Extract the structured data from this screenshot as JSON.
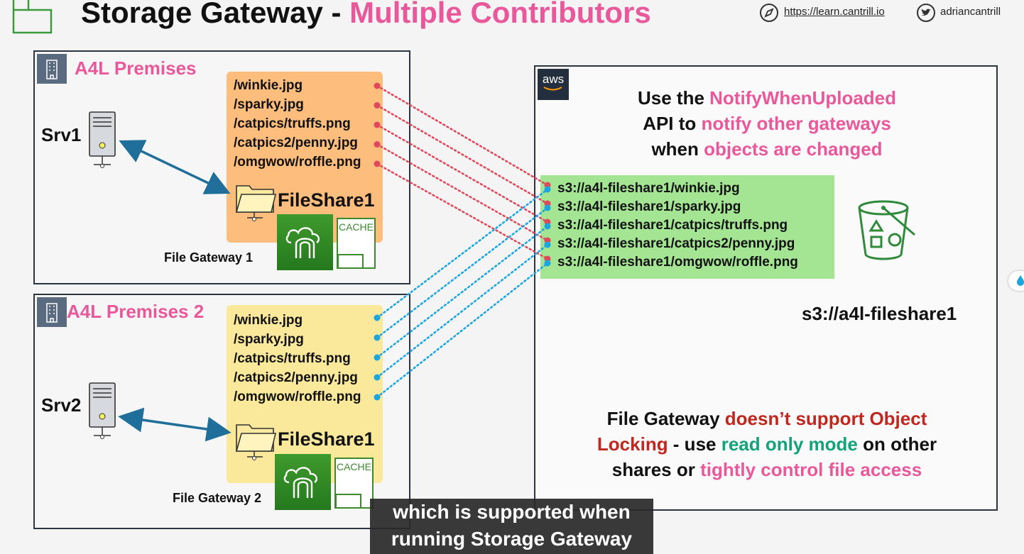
{
  "header": {
    "title_main": "Storage Gateway - ",
    "title_accent": "Multiple Contributors",
    "link": "https://learn.cantrill.io",
    "handle": "adriancantrill"
  },
  "premises1": {
    "label": "A4L Premises",
    "server": "Srv1",
    "files": [
      "/winkie.jpg",
      "/sparky.jpg",
      "/catpics/truffs.png",
      "/catpics2/penny.jpg",
      "/omgwow/roffle.png"
    ],
    "share": "FileShare1",
    "cache": "CACHE",
    "gateway": "File Gateway 1"
  },
  "premises2": {
    "label": "A4L Premises 2",
    "server": "Srv2",
    "files": [
      "/winkie.jpg",
      "/sparky.jpg",
      "/catpics/truffs.png",
      "/catpics2/penny.jpg",
      "/omgwow/roffle.png"
    ],
    "share": "FileShare1",
    "cache": "CACHE",
    "gateway": "File Gateway 2"
  },
  "aws": {
    "logo": "aws",
    "notify": {
      "l1a": "Use the ",
      "l1b": "NotifyWhenUploaded",
      "l2a": "API to ",
      "l2b": "notify other gateways",
      "l3a": "when ",
      "l3b": "objects are changed"
    },
    "objects": [
      "s3://a4l-fileshare1/winkie.jpg",
      "s3://a4l-fileshare1/sparky.jpg",
      "s3://a4l-fileshare1/catpics/truffs.png",
      "s3://a4l-fileshare1/catpics2/penny.jpg",
      "s3://a4l-fileshare1/omgwow/roffle.png"
    ],
    "bucket": "s3://a4l-fileshare1",
    "locking": {
      "a": "File Gateway ",
      "b": "doesn’t support Object",
      "c": "Locking",
      "d": " - use ",
      "e": "read only mode",
      "f": " on other",
      "g": "shares or ",
      "h": "tightly control file access"
    }
  },
  "caption": {
    "line1": "which is supported when",
    "line2": "running Storage Gateway"
  },
  "colors": {
    "accent_pink": "#e9589a",
    "warning_red": "#c0271f",
    "ok_green": "#12a37a",
    "list1_bg": "#fdbd7c",
    "list2_bg": "#fbe99b",
    "s3_bg": "#a3e592",
    "arrow_blue": "#1f6f9a",
    "dot_red": "#e0495c",
    "dot_blue": "#1ca6e0"
  }
}
